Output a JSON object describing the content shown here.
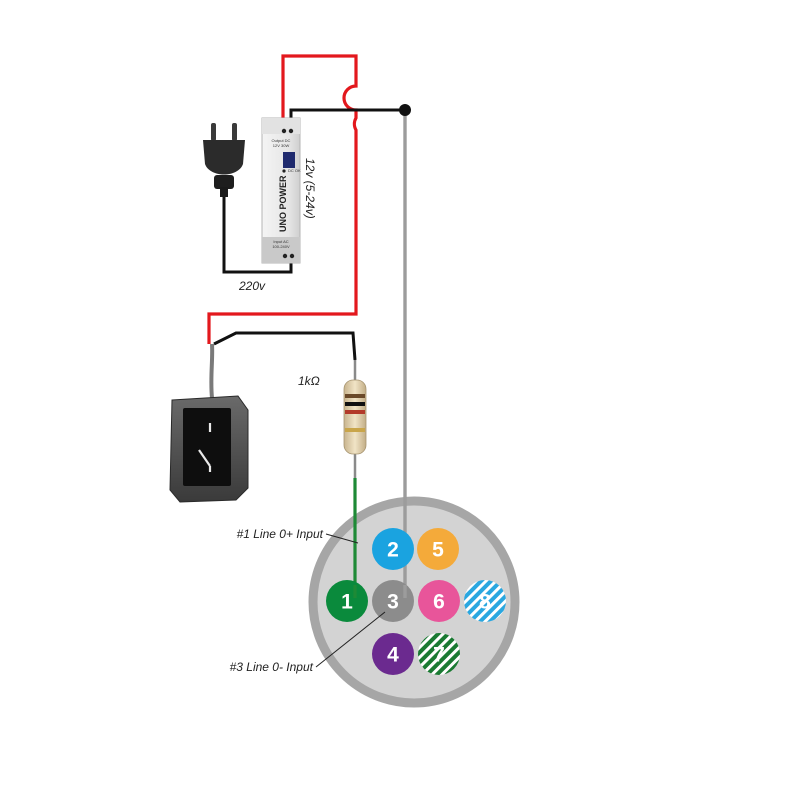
{
  "power_supply": {
    "brand": "UNO POWER",
    "output_label": "Output DC",
    "output_rating": "12V 30W",
    "status_label": "DC OK",
    "input_label": "Input AC",
    "input_rating": "100-240V",
    "voltage_label": "12v (5-24v)"
  },
  "mains_label": "220v",
  "resistor_label": "1kΩ",
  "callouts": {
    "line_plus": "#1 Line 0+ Input",
    "line_minus": "#3 Line 0- Input"
  },
  "connector": {
    "pins": [
      {
        "number": "1",
        "color": "#0a8a3c",
        "pattern": "solid"
      },
      {
        "number": "2",
        "color": "#1aa3e0",
        "pattern": "solid"
      },
      {
        "number": "3",
        "color": "#8c8c8c",
        "pattern": "solid"
      },
      {
        "number": "4",
        "color": "#6b2a8f",
        "pattern": "solid"
      },
      {
        "number": "5",
        "color": "#f4aa3a",
        "pattern": "solid"
      },
      {
        "number": "6",
        "color": "#e8559a",
        "pattern": "solid"
      },
      {
        "number": "7",
        "color": "#1a7a32",
        "pattern": "striped"
      },
      {
        "number": "8",
        "color": "#2aa7e0",
        "pattern": "striped"
      }
    ]
  },
  "colors": {
    "wire_positive": "#e3181d",
    "wire_negative": "#111111",
    "wire_signal": "#1e8a36",
    "wire_return": "#9c9c9c",
    "connector_body": "#d3d3d3",
    "connector_ring": "#a6a6a6"
  }
}
